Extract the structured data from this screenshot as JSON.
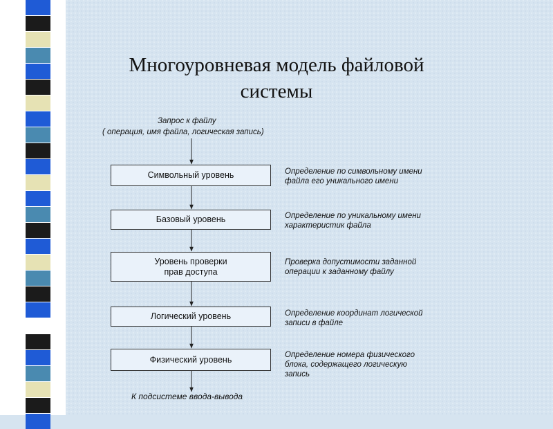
{
  "title_line1": "Многоуровневая модель файловой",
  "title_line2": "системы",
  "request": {
    "line1": "Запрос к файлу",
    "line2": "( операция, имя файла, логическая запись)"
  },
  "levels": [
    {
      "label": "Символьный уровень",
      "description": "Определение по символьному имени файла его уникального имени"
    },
    {
      "label": "Базовый уровень",
      "description": "Определение по уникальному имени характеристик файла"
    },
    {
      "label": "Уровень проверки прав доступа",
      "description": "Проверка допустимости заданной операции к заданному файлу"
    },
    {
      "label": "Логический уровень",
      "description": "Определение координат логической записи в файле"
    },
    {
      "label": "Физический уровень",
      "description": "Определение номера физического блока, содержащего логическую запись"
    }
  ],
  "footer": "К подсистеме ввода-вывода",
  "colors": {
    "background": "#d6e4f0",
    "stripe_dark": "#1b1b1b",
    "stripe_blue": "#1f5bd6",
    "stripe_teal": "#4a8ab0",
    "stripe_cream": "#e6e2b4",
    "stripe_white": "#ffffff"
  }
}
